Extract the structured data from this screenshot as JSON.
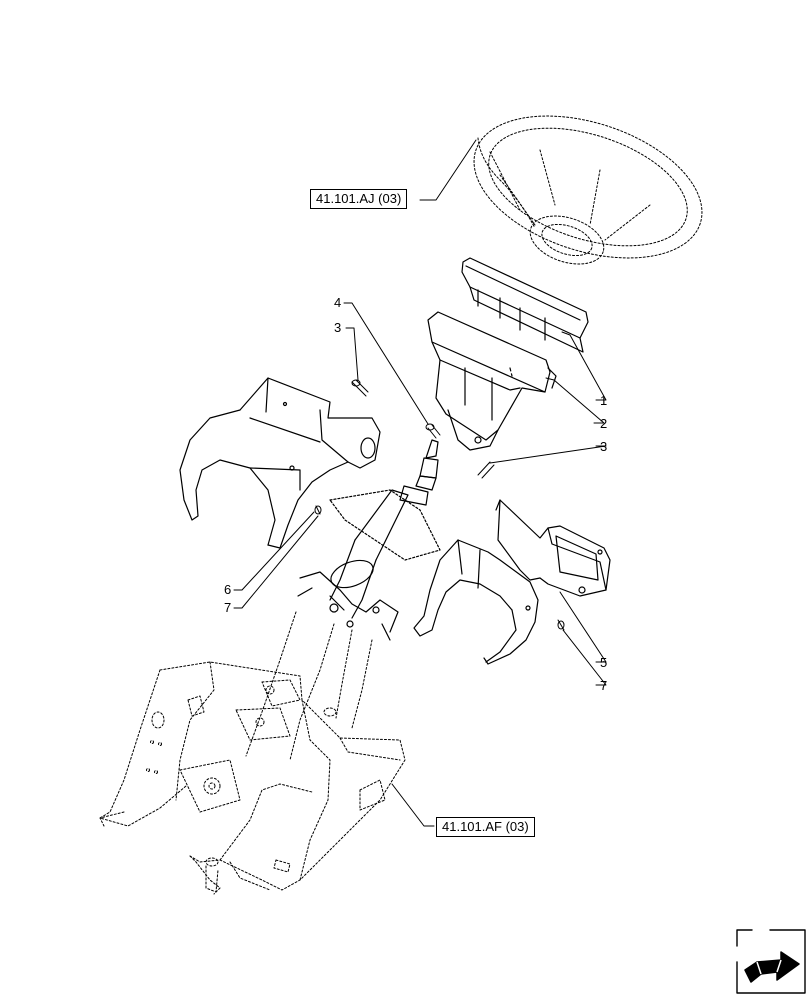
{
  "references": {
    "wheel_ref": "41.101.AJ (03)",
    "frame_ref": "41.101.AF (03)"
  },
  "callouts": {
    "c1": "1",
    "c2": "2",
    "c3a": "3",
    "c3b": "3",
    "c4": "4",
    "c5": "5",
    "c6": "6",
    "c7a": "7",
    "c7b": "7"
  },
  "icons": {
    "navigation": "next-page-arrow-icon"
  }
}
